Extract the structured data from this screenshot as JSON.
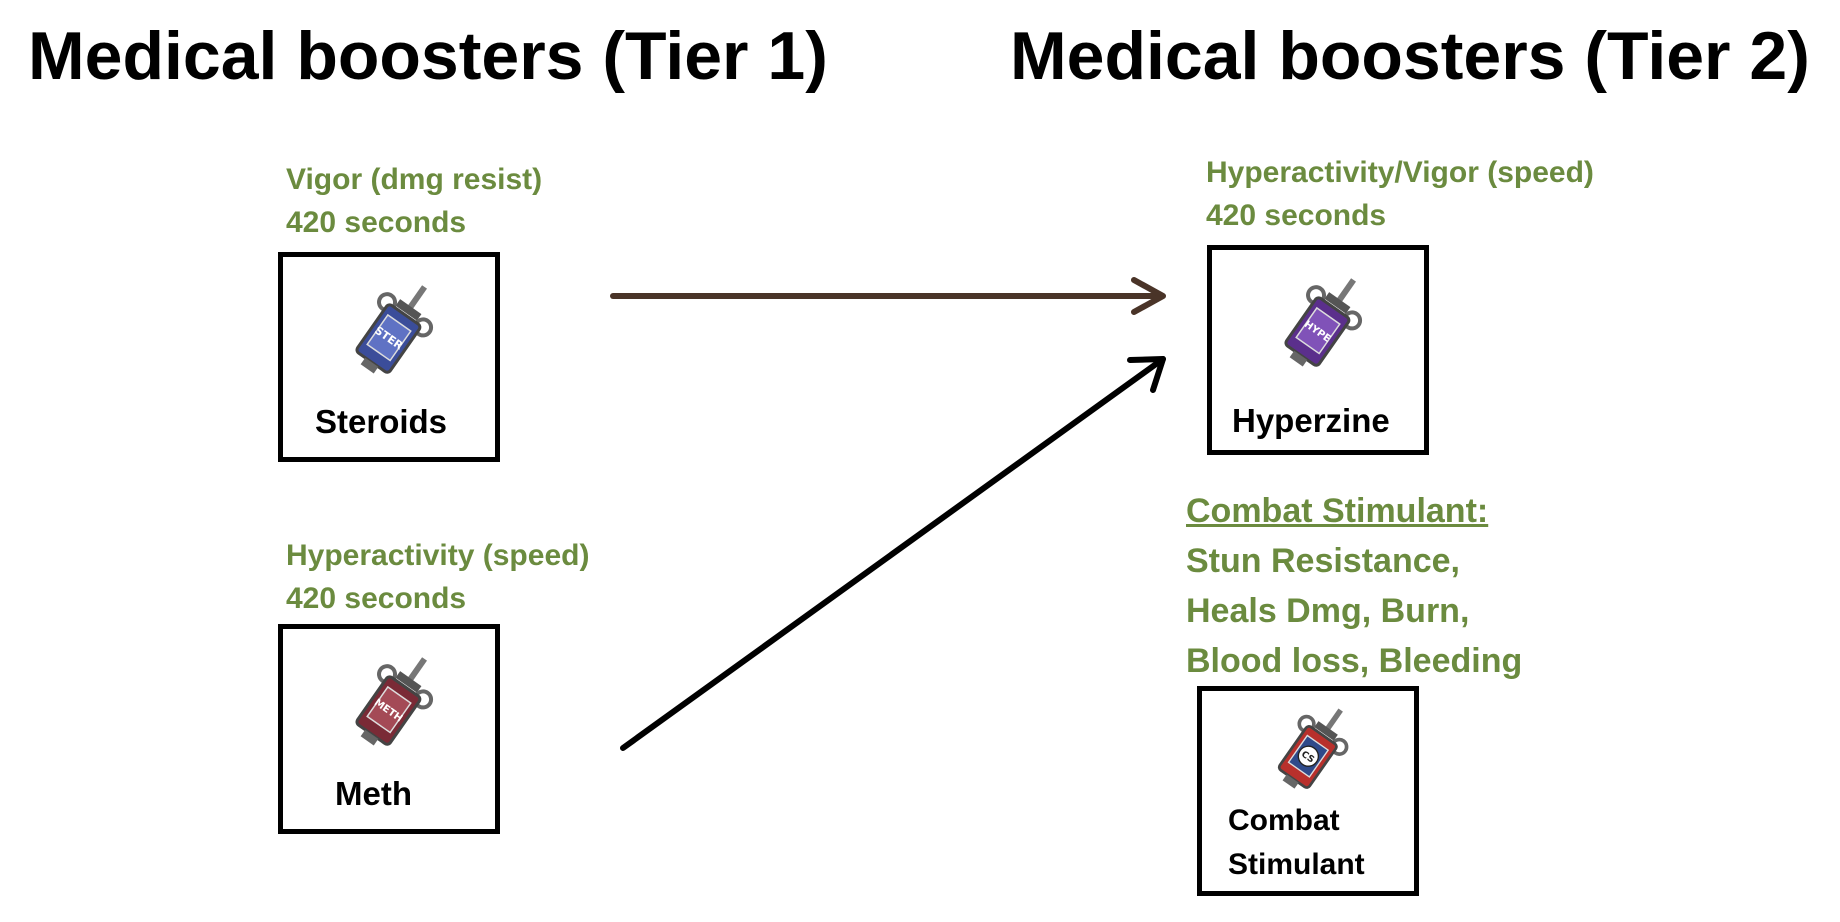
{
  "titles": {
    "tier1": "Medical boosters (Tier 1)",
    "tier2": "Medical boosters (Tier 2)"
  },
  "boosters": {
    "steroids": {
      "effect": "Vigor (dmg resist)",
      "duration": "420 seconds",
      "name": "Steroids",
      "icon_label": "STER",
      "icon": "syringe-steroids-icon",
      "color": "#3b4d9a"
    },
    "meth": {
      "effect": "Hyperactivity (speed)",
      "duration": "420 seconds",
      "name": "Meth",
      "icon_label": "METH",
      "icon": "syringe-meth-icon",
      "color": "#7a2a36"
    },
    "hyperzine": {
      "effect": "Hyperactivity/Vigor (speed)",
      "duration": "420 seconds",
      "name": "Hyperzine",
      "icon_label": "HYPE",
      "icon": "syringe-hyperzine-icon",
      "color": "#5b2f8c"
    },
    "combat_stimulant": {
      "heading": "Combat Stimulant:",
      "effects": [
        "Stun Resistance,",
        "Heals Dmg, Burn,",
        "Blood loss, Bleeding"
      ],
      "name_line1": "Combat",
      "name_line2": "Stimulant",
      "icon_label": "CS",
      "icon": "syringe-combat-stimulant-icon",
      "color": "#b8302c"
    }
  },
  "colors": {
    "effect_text": "#6b8b3f",
    "arrow_steroids": "#4a3428",
    "arrow_meth": "#000000"
  }
}
